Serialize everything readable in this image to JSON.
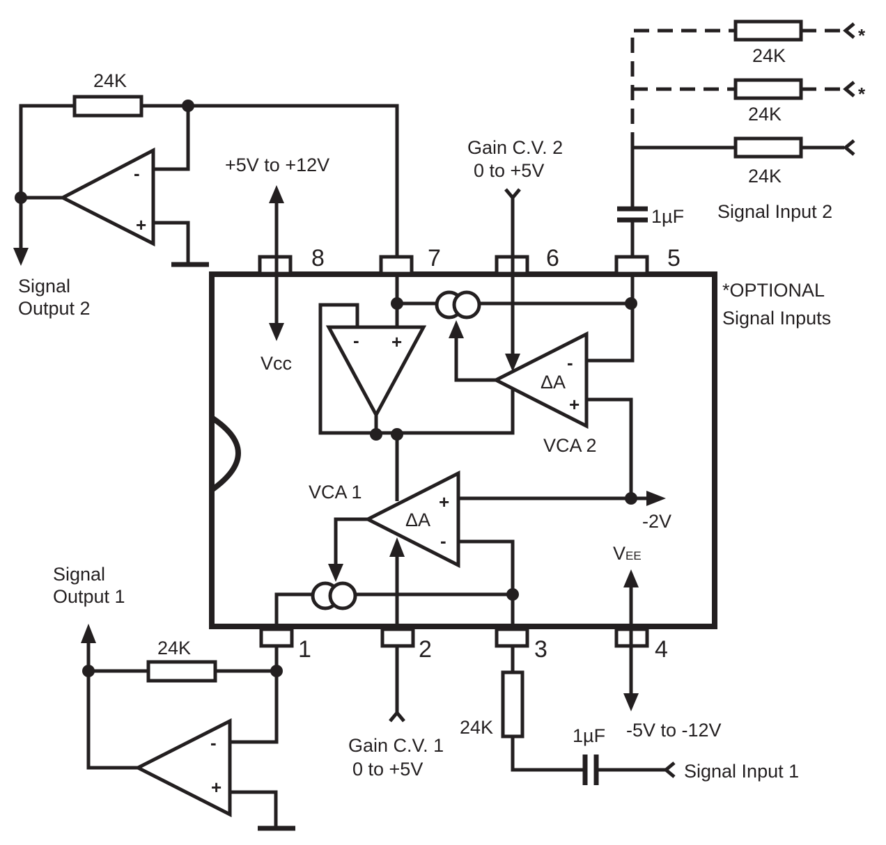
{
  "labels": {
    "r_out2": "24K",
    "r_opt1": "24K",
    "r_opt2": "24K",
    "r_in2": "24K",
    "r_out1": "24K",
    "r_in1": "24K",
    "c_in2": "1µF",
    "c_in1": "1µF",
    "vcc_range": "+5V to +12V",
    "vcc": "Vcc",
    "gain_cv2_line1": "Gain C.V. 2",
    "gain_cv2_line2": "0 to +5V",
    "gain_cv1_line1": "Gain C.V. 1",
    "gain_cv1_line2": "0 to +5V",
    "signal_input_2": "Signal Input 2",
    "signal_input_1": "Signal Input 1",
    "signal_output_2_line1": "Signal",
    "signal_output_2_line2": "Output 2",
    "signal_output_1_line1": "Signal",
    "signal_output_1_line2": "Output 1",
    "optional_line1": "*OPTIONAL",
    "optional_line2": "Signal Inputs",
    "optional_marker": "*",
    "vca1": "VCA 1",
    "vca2": "VCA 2",
    "delta_a": "ΔA",
    "minus_2v": "-2V",
    "vee_main": "V",
    "vee_sub": "EE",
    "vee_range": "-5V to -12V",
    "plus": "+",
    "minus": "-"
  },
  "pins": [
    "1",
    "2",
    "3",
    "4",
    "5",
    "6",
    "7",
    "8"
  ]
}
